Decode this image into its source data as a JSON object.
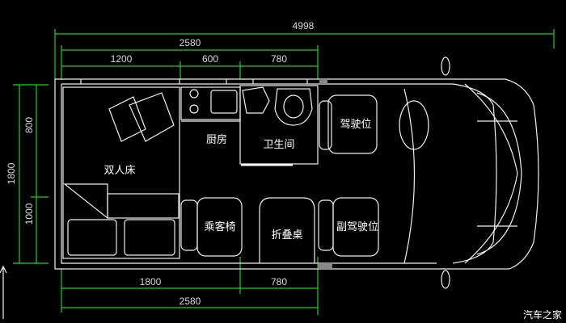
{
  "colors": {
    "background": "#000000",
    "walls": "#f0f0f0",
    "dimensions": "#1fd01f"
  },
  "dimensions": {
    "overall_length": "4998",
    "top_total": "2580",
    "top_segments": [
      "1200",
      "600",
      "780"
    ],
    "bottom_segments": [
      "1800",
      "780"
    ],
    "bottom_total": "2580",
    "overall_width": "1800",
    "width_segments": [
      "800",
      "1000"
    ]
  },
  "rooms": {
    "bed": "双人床",
    "kitchen": "厨房",
    "bathroom": "卫生间",
    "driver_seat": "驾驶位",
    "passenger_chair": "乘客椅",
    "folding_table": "折叠桌",
    "co_driver_seat": "副驾驶位"
  },
  "watermark": "汽车之家"
}
